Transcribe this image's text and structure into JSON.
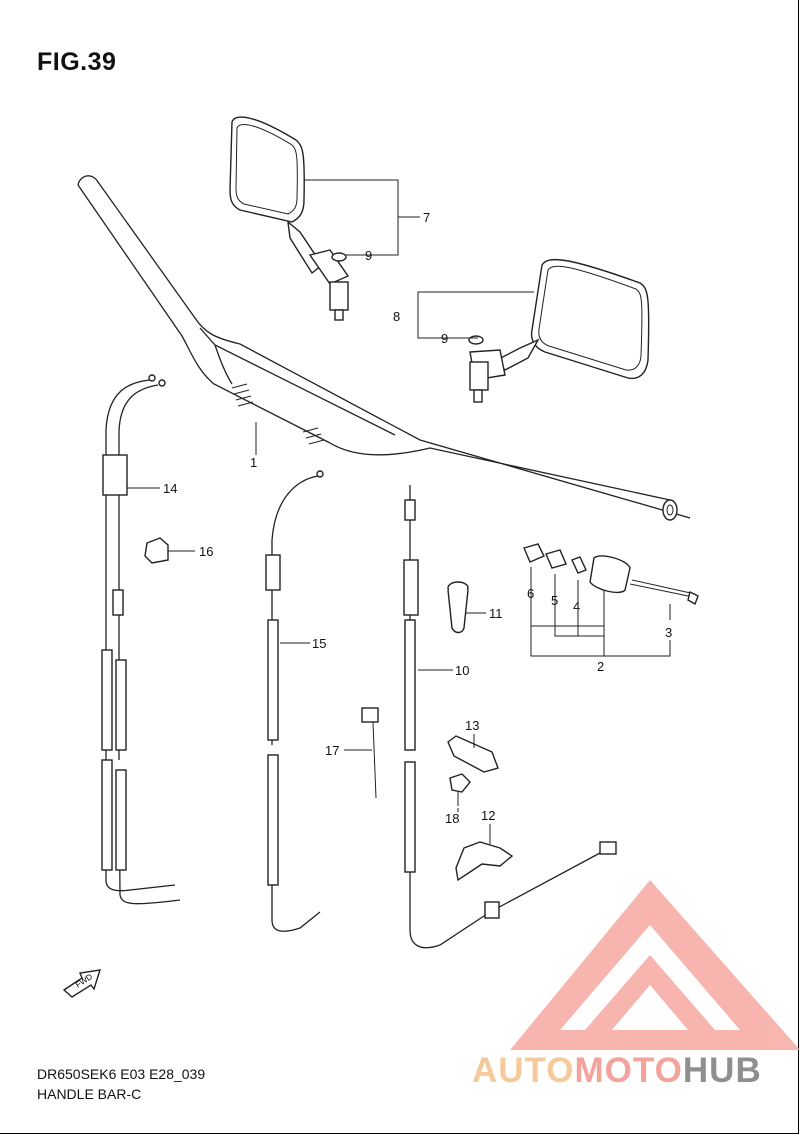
{
  "figure": {
    "title": "FIG.39",
    "code": "DR650SEK6 E03 E28_039",
    "name": "HANDLE BAR-C"
  },
  "callouts": [
    {
      "id": "c1",
      "label": "1"
    },
    {
      "id": "c2",
      "label": "2"
    },
    {
      "id": "c3",
      "label": "3"
    },
    {
      "id": "c4",
      "label": "4"
    },
    {
      "id": "c5",
      "label": "5"
    },
    {
      "id": "c6",
      "label": "6"
    },
    {
      "id": "c7",
      "label": "7"
    },
    {
      "id": "c8",
      "label": "8"
    },
    {
      "id": "c9a",
      "label": "9"
    },
    {
      "id": "c9b",
      "label": "9"
    },
    {
      "id": "c10",
      "label": "10"
    },
    {
      "id": "c11",
      "label": "11"
    },
    {
      "id": "c12",
      "label": "12"
    },
    {
      "id": "c13",
      "label": "13"
    },
    {
      "id": "c14",
      "label": "14"
    },
    {
      "id": "c15",
      "label": "15"
    },
    {
      "id": "c16",
      "label": "16"
    },
    {
      "id": "c17",
      "label": "17"
    },
    {
      "id": "c18",
      "label": "18"
    }
  ],
  "fwd_label": "FWD",
  "watermark": {
    "part1": "AUTO",
    "part2": "MOTO",
    "part3": "HUB",
    "colors": {
      "orange": "#f6c99a",
      "red": "#f3a39b",
      "gray": "#8f8f8f"
    }
  }
}
